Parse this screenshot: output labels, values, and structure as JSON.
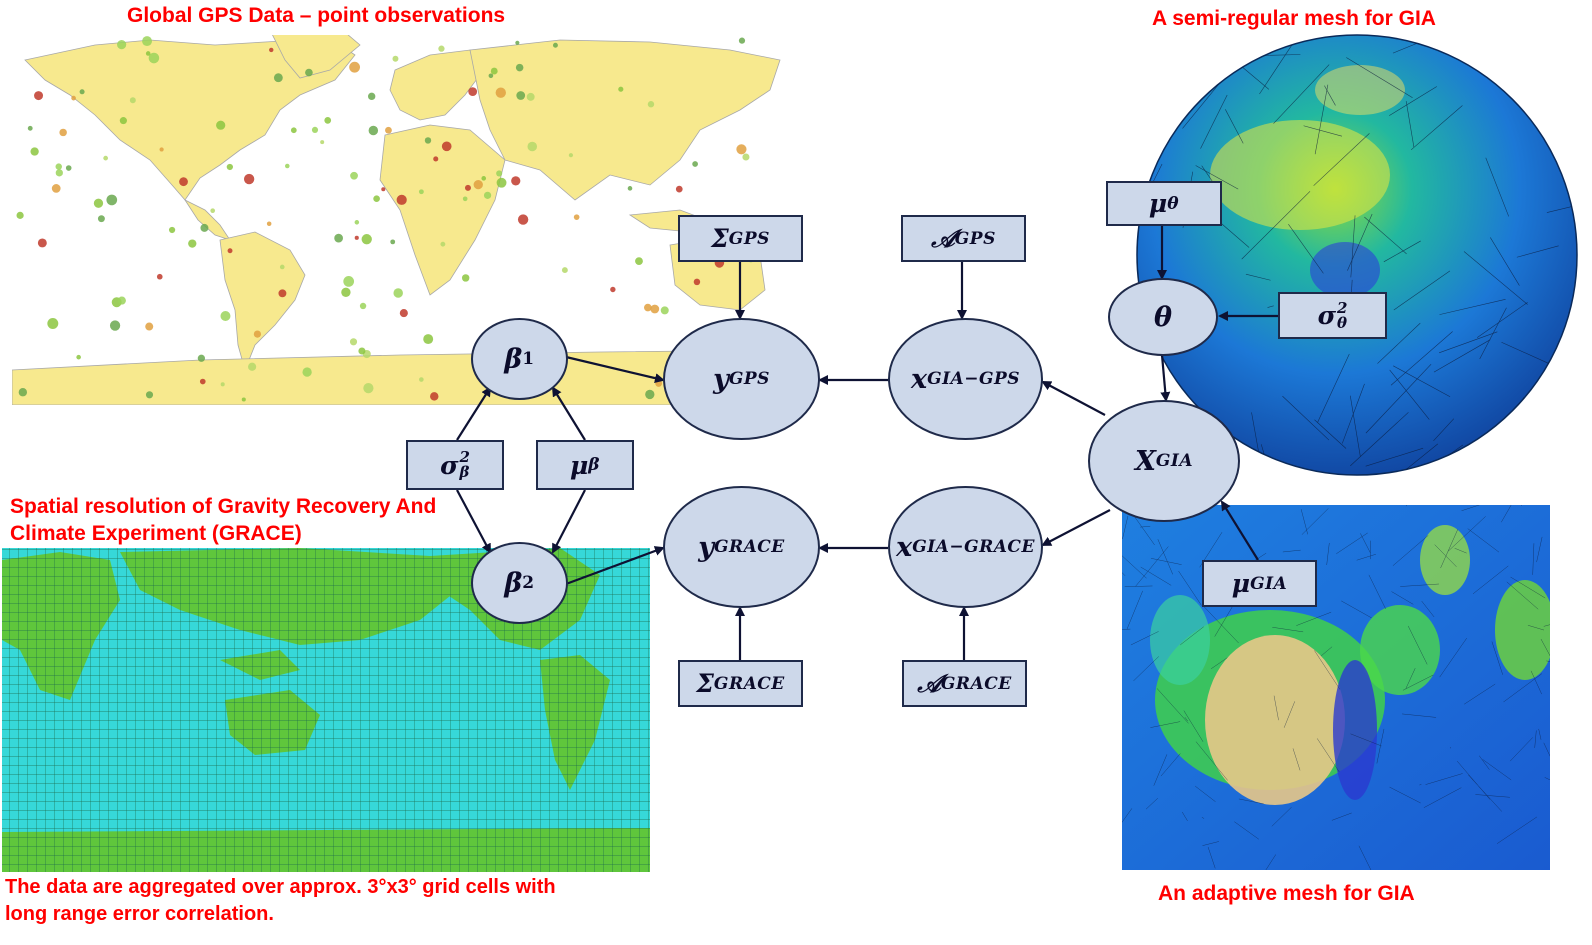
{
  "captions": {
    "gps_title": "Global GPS Data – point observations",
    "grace_title_line1": "Spatial resolution of Gravity Recovery And",
    "grace_title_line2": "Climate Experiment (GRACE)",
    "grace_note_line1": "The data are aggregated over approx. 3°x3° grid cells with",
    "grace_note_line2": "long range error correlation.",
    "semi_regular_title": "A semi-regular mesh for GIA",
    "adaptive_title": "An adaptive mesh for GIA"
  },
  "nodes": {
    "beta1": {
      "base": "β",
      "sub": "1"
    },
    "beta2": {
      "base": "β",
      "sub": "2"
    },
    "sigma_beta": {
      "base": "σ",
      "sup": "2",
      "sub": "β"
    },
    "mu_beta": {
      "base": "μ",
      "sub": "β"
    },
    "y_gps": {
      "base": "y",
      "sub": "GPS"
    },
    "y_grace": {
      "base": "y",
      "sub": "GRACE"
    },
    "sigma_gps": {
      "base": "Σ",
      "sub": "GPS"
    },
    "sigma_grace": {
      "base": "Σ",
      "sub": "GRACE"
    },
    "x_gia_gps": {
      "base": "x",
      "sub": "GIA−GPS"
    },
    "x_gia_grace": {
      "base": "x",
      "sub": "GIA−GRACE"
    },
    "a_gps": {
      "base": "𝒜",
      "sub": "GPS"
    },
    "a_grace": {
      "base": "𝒜",
      "sub": "GRACE"
    },
    "x_gia": {
      "base": "X",
      "sub": "GIA"
    },
    "theta": {
      "base": "θ"
    },
    "mu_theta": {
      "base": "μ",
      "sub": "θ"
    },
    "sigma_theta": {
      "base": "σ",
      "sup": "2",
      "sub": "θ"
    },
    "mu_gia": {
      "base": "μ",
      "sub": "GIA"
    }
  },
  "colors": {
    "caption": "#ff0000",
    "node_fill": "#cdd8ea",
    "node_border": "#1f2a4a",
    "land_gps": "#f7e98e",
    "grace_ocean": "#36d8d8",
    "grace_land": "#5fc63c",
    "globe_blue": "#1c6fd6",
    "arrow": "#0e1233"
  }
}
